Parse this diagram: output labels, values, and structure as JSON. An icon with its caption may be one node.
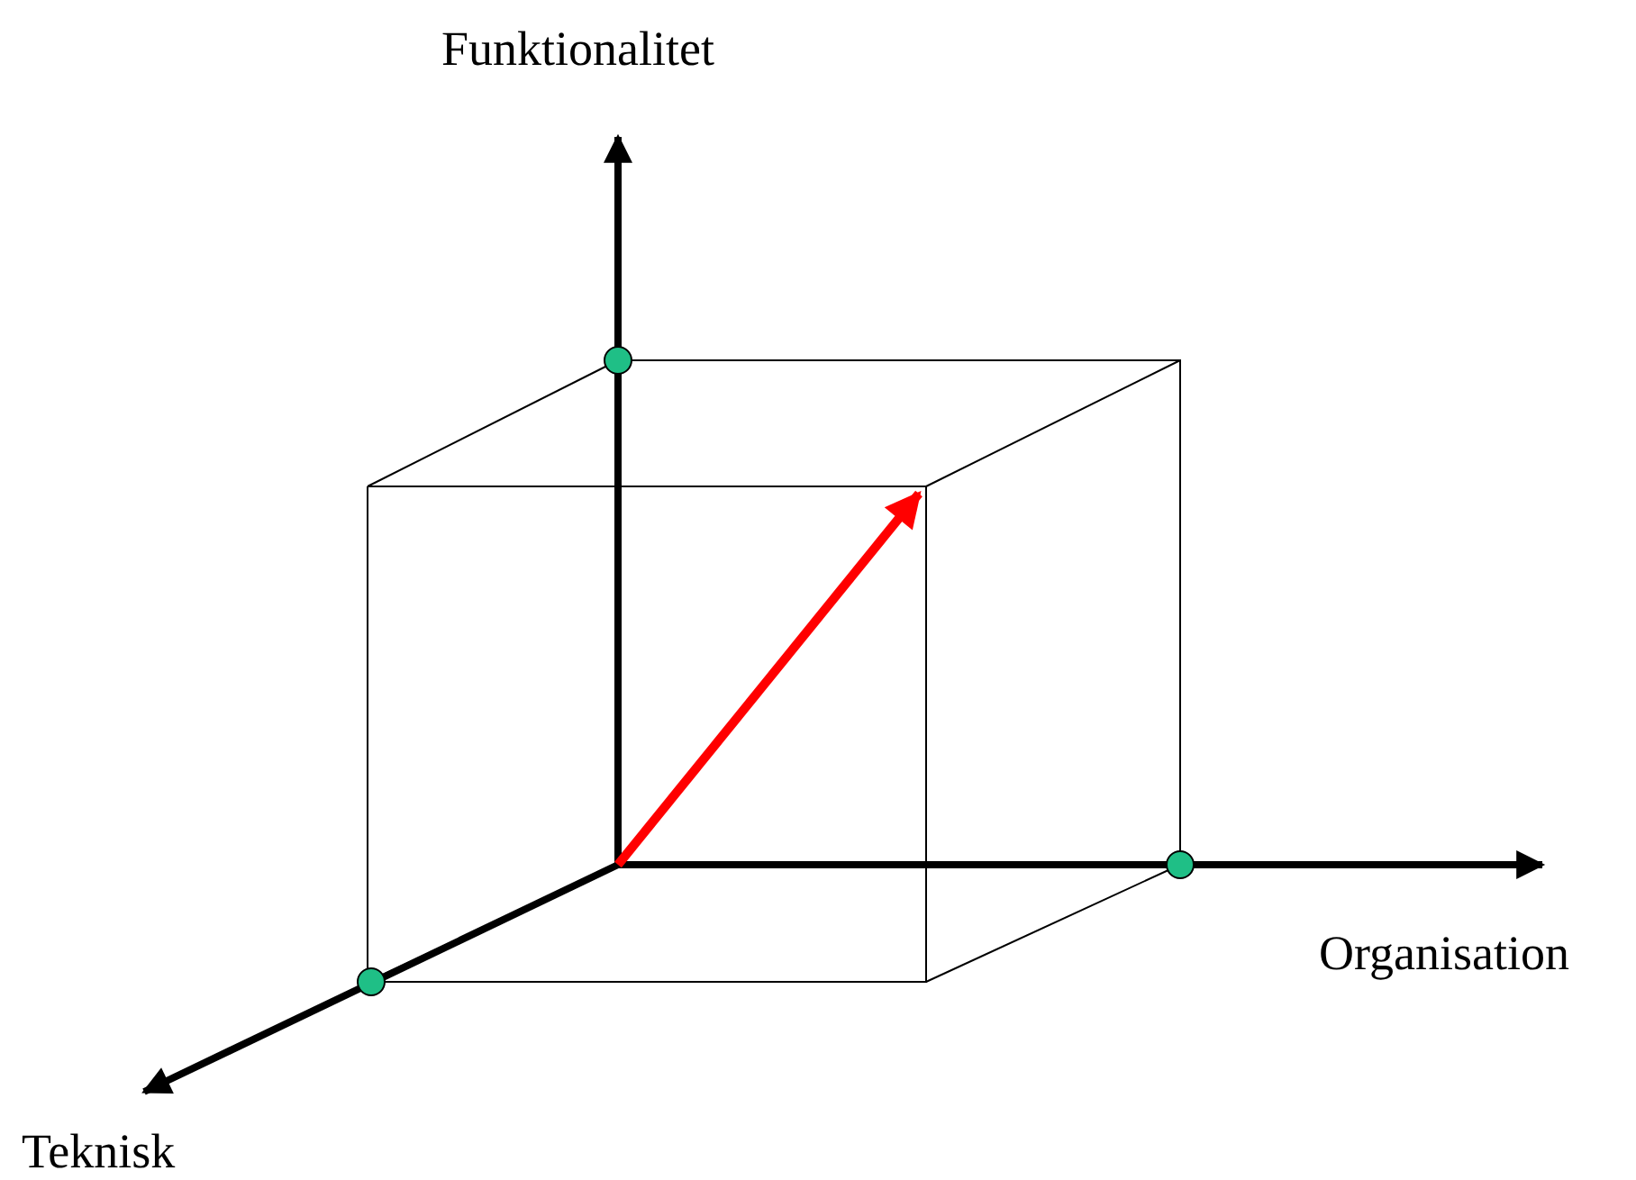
{
  "diagram": {
    "labels": [
      "Funktionalitet",
      "Organisation",
      "Teknisk"
    ]
  }
}
